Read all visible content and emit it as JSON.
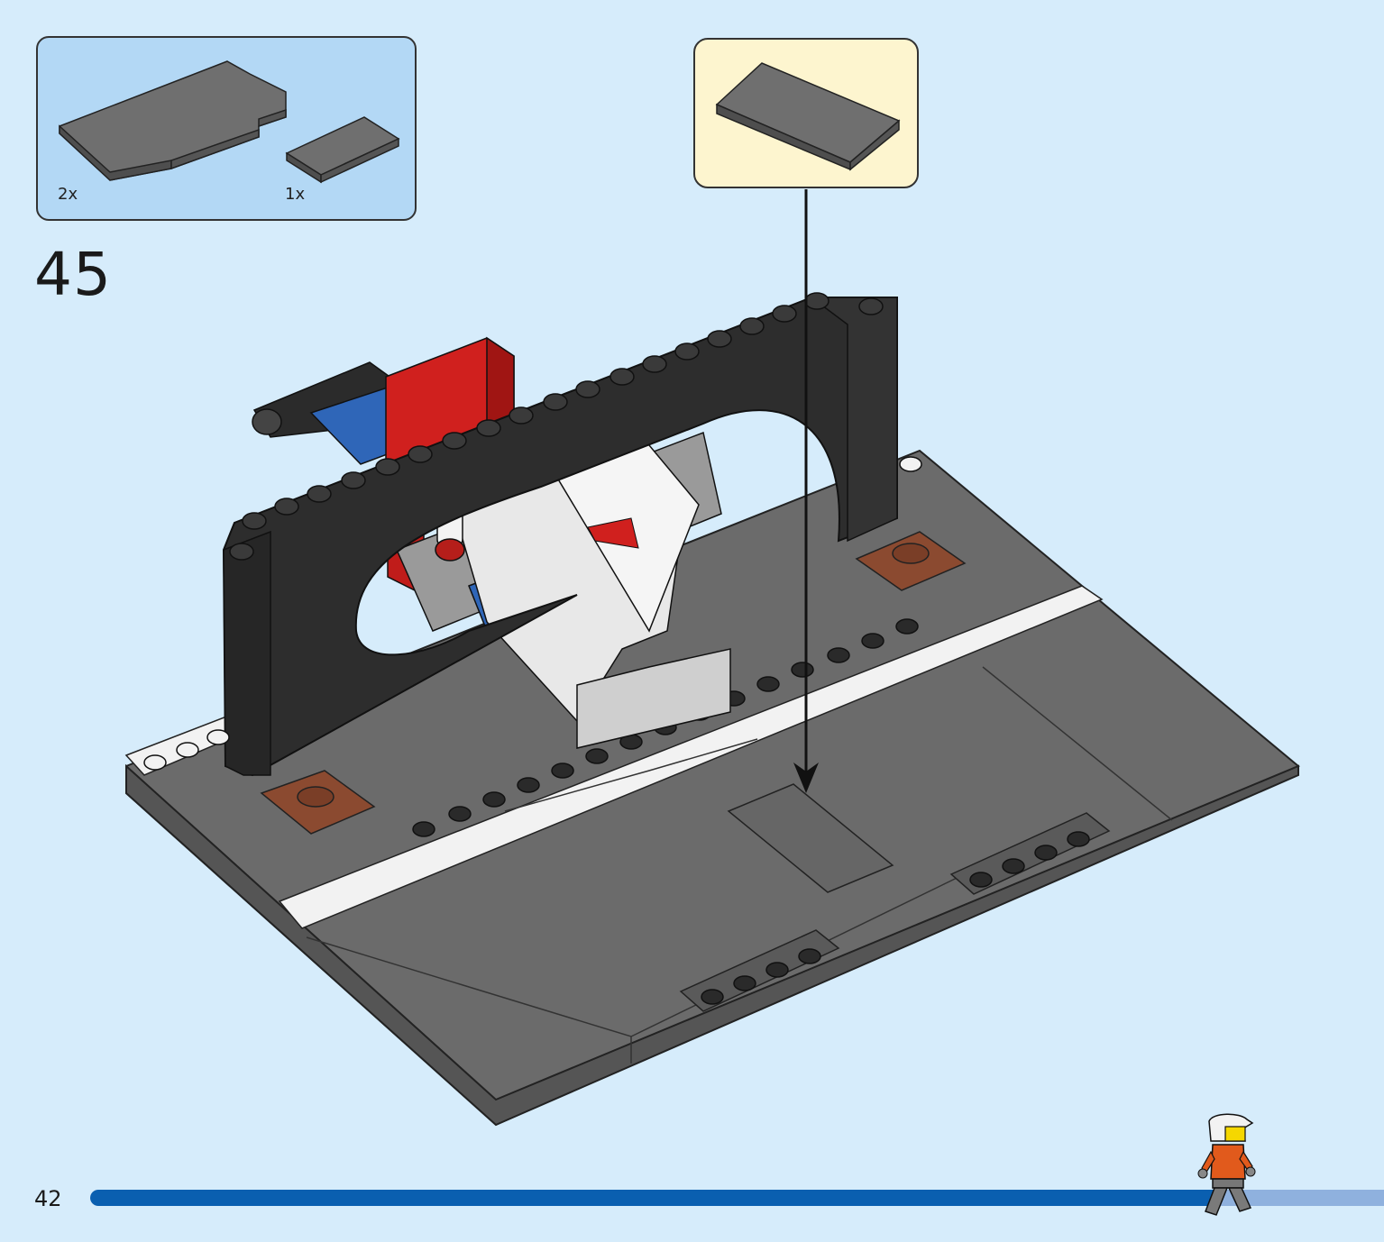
{
  "page": {
    "number": "42",
    "progress_fraction": 0.87
  },
  "step": {
    "number": "45"
  },
  "parts_list": {
    "items": [
      {
        "icon": "dark-grey-curved-tile-icon",
        "quantity": "2x"
      },
      {
        "icon": "dark-grey-flat-tile-icon",
        "quantity": "1x"
      }
    ]
  },
  "callout": {
    "icon": "dark-grey-tile-icon"
  },
  "model": {
    "icon": "race-pit-garage-model-icon"
  },
  "colors": {
    "background": "#d6ecfb",
    "parts_box": "#b3d8f5",
    "callout_box": "#fdf5cf",
    "progress_fill": "#0a5fb0",
    "progress_track": "#8fb1de",
    "dark_grey": "#6b6b6b",
    "black_brick": "#2e2e2e"
  }
}
